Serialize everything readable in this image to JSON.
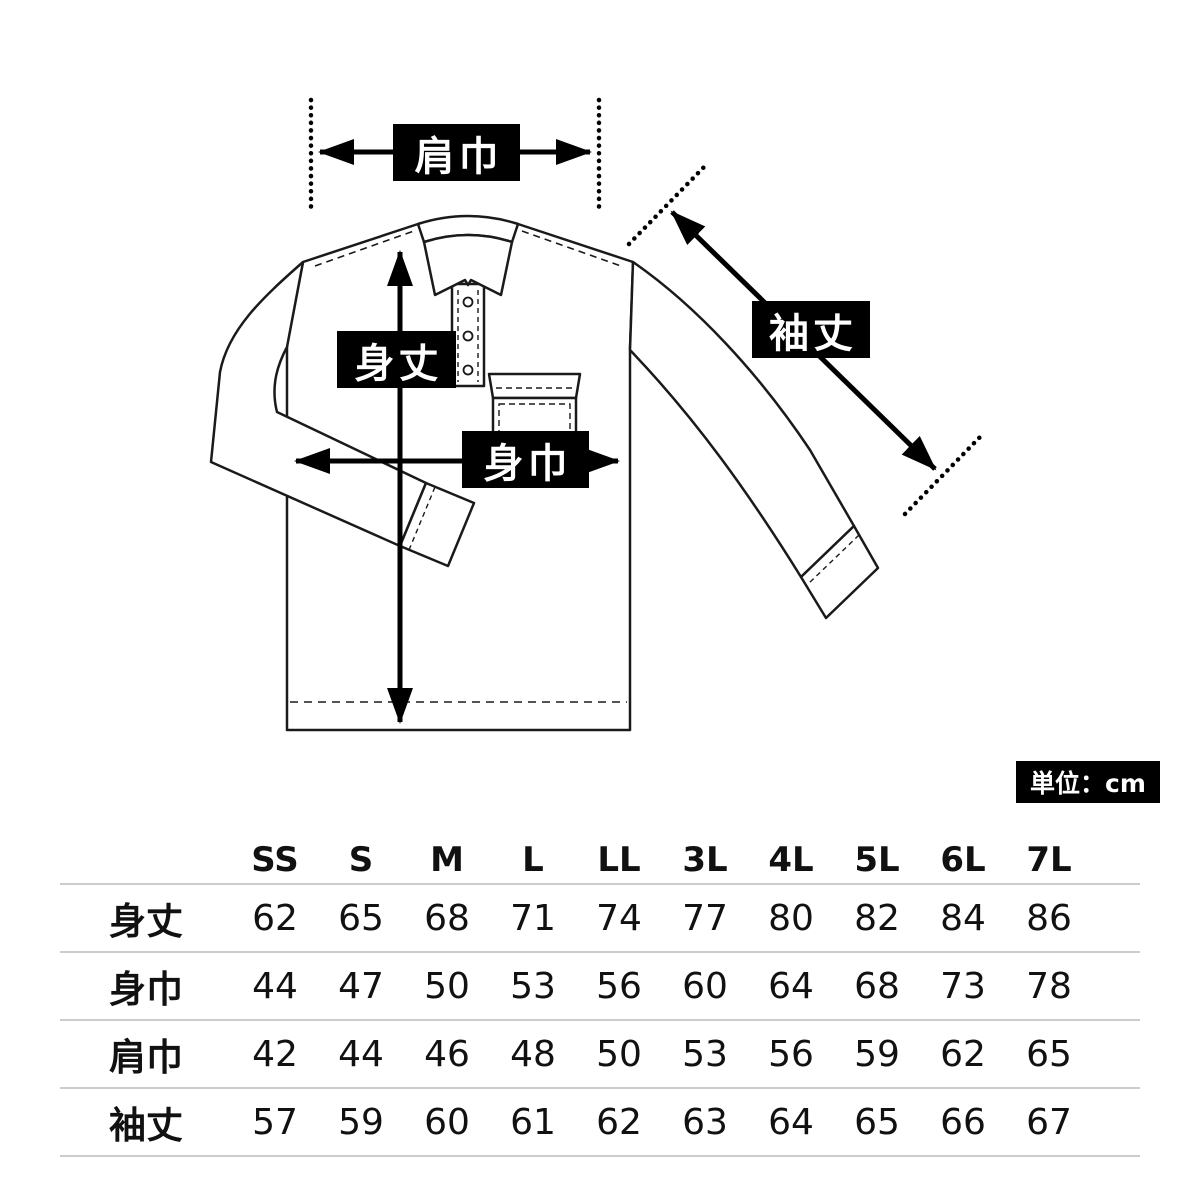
{
  "diagram": {
    "measure_labels": {
      "shoulder_width": "肩巾",
      "body_length": "身丈",
      "body_width": "身巾",
      "sleeve_length": "袖丈"
    },
    "unit_badge": "単位：cm"
  },
  "colors": {
    "label_bg": "#000000",
    "label_text": "#ffffff",
    "line_color": "#1a1a1a",
    "table_divider": "#cccccc"
  },
  "chart_data": {
    "type": "table",
    "unit": "cm",
    "columns": [
      "SS",
      "S",
      "M",
      "L",
      "LL",
      "3L",
      "4L",
      "5L",
      "6L",
      "7L"
    ],
    "rows": [
      {
        "label": "身丈",
        "values": [
          62,
          65,
          68,
          71,
          74,
          77,
          80,
          82,
          84,
          86
        ]
      },
      {
        "label": "身巾",
        "values": [
          44,
          47,
          50,
          53,
          56,
          60,
          64,
          68,
          73,
          78
        ]
      },
      {
        "label": "肩巾",
        "values": [
          42,
          44,
          46,
          48,
          50,
          53,
          56,
          59,
          62,
          65
        ]
      },
      {
        "label": "袖丈",
        "values": [
          57,
          59,
          60,
          61,
          62,
          63,
          64,
          65,
          66,
          67
        ]
      }
    ]
  }
}
